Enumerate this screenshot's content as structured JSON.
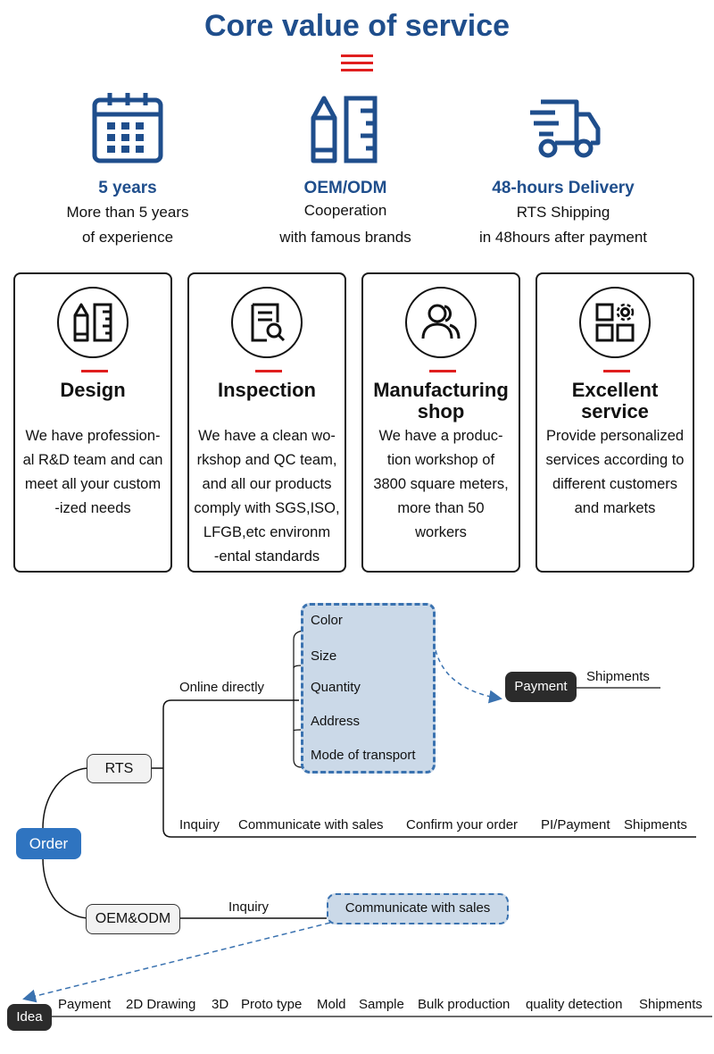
{
  "title": "Core value of service",
  "features": [
    {
      "icon": "calendar-icon",
      "title": "5 years",
      "line1": "More than 5 years",
      "line2": "of experience"
    },
    {
      "icon": "pencil-ruler-icon",
      "title": "OEM/ODM",
      "line1": "Cooperation",
      "line2": "with famous brands"
    },
    {
      "icon": "delivery-truck-icon",
      "title": "48-hours Delivery",
      "line1": "RTS Shipping",
      "line2": "in 48hours after payment"
    }
  ],
  "cards": [
    {
      "icon": "pencil-ruler-icon",
      "title": "Design",
      "text": [
        "We have profession-",
        "al R&D team and can",
        "meet all your custom",
        "-ized needs"
      ]
    },
    {
      "icon": "document-search-icon",
      "title": "Inspection",
      "text": [
        "We have a clean wo-",
        "rkshop and QC team,",
        "and all our products",
        "comply with SGS,ISO,",
        "LFGB,etc environm",
        "-ental standards"
      ]
    },
    {
      "icon": "users-icon",
      "title": "Manufacturing shop",
      "title_l1": "Manufacturing",
      "title_l2": "shop",
      "text": [
        "We have a produc-",
        "tion workshop of",
        "3800 square meters,",
        "more than 50",
        "workers"
      ]
    },
    {
      "icon": "apps-gear-icon",
      "title": "Excellent service",
      "title_l1": "Excellent",
      "title_l2": "service",
      "text": [
        "Provide personalized",
        "services according to",
        "different customers",
        "and markets"
      ]
    }
  ],
  "flow": {
    "order": "Order",
    "rts": "RTS",
    "oem_odm": "OEM&ODM",
    "online_directly": "Online directly",
    "options": [
      "Color",
      "Size",
      "Quantity",
      "Address",
      "Mode of transport"
    ],
    "payment": "Payment",
    "shipments": "Shipments",
    "rts_steps": [
      "Inquiry",
      "Communicate with sales",
      "Confirm your order",
      "PI/Payment",
      "Shipments"
    ],
    "oem_inquiry": "Inquiry",
    "communicate": "Communicate with sales",
    "idea": "Idea",
    "oem_steps": [
      "Payment",
      "2D Drawing",
      "3D",
      "Proto type",
      "Mold",
      "Sample",
      "Bulk production",
      "quality detection",
      "Shipments"
    ]
  },
  "colors": {
    "accent": "#1f4e8c",
    "red": "#e01e1e",
    "blue_node": "#2f74c0",
    "dark_node": "#2b2b2b",
    "dash": "#3a72b0",
    "dash_fill": "#cbd9e8"
  }
}
